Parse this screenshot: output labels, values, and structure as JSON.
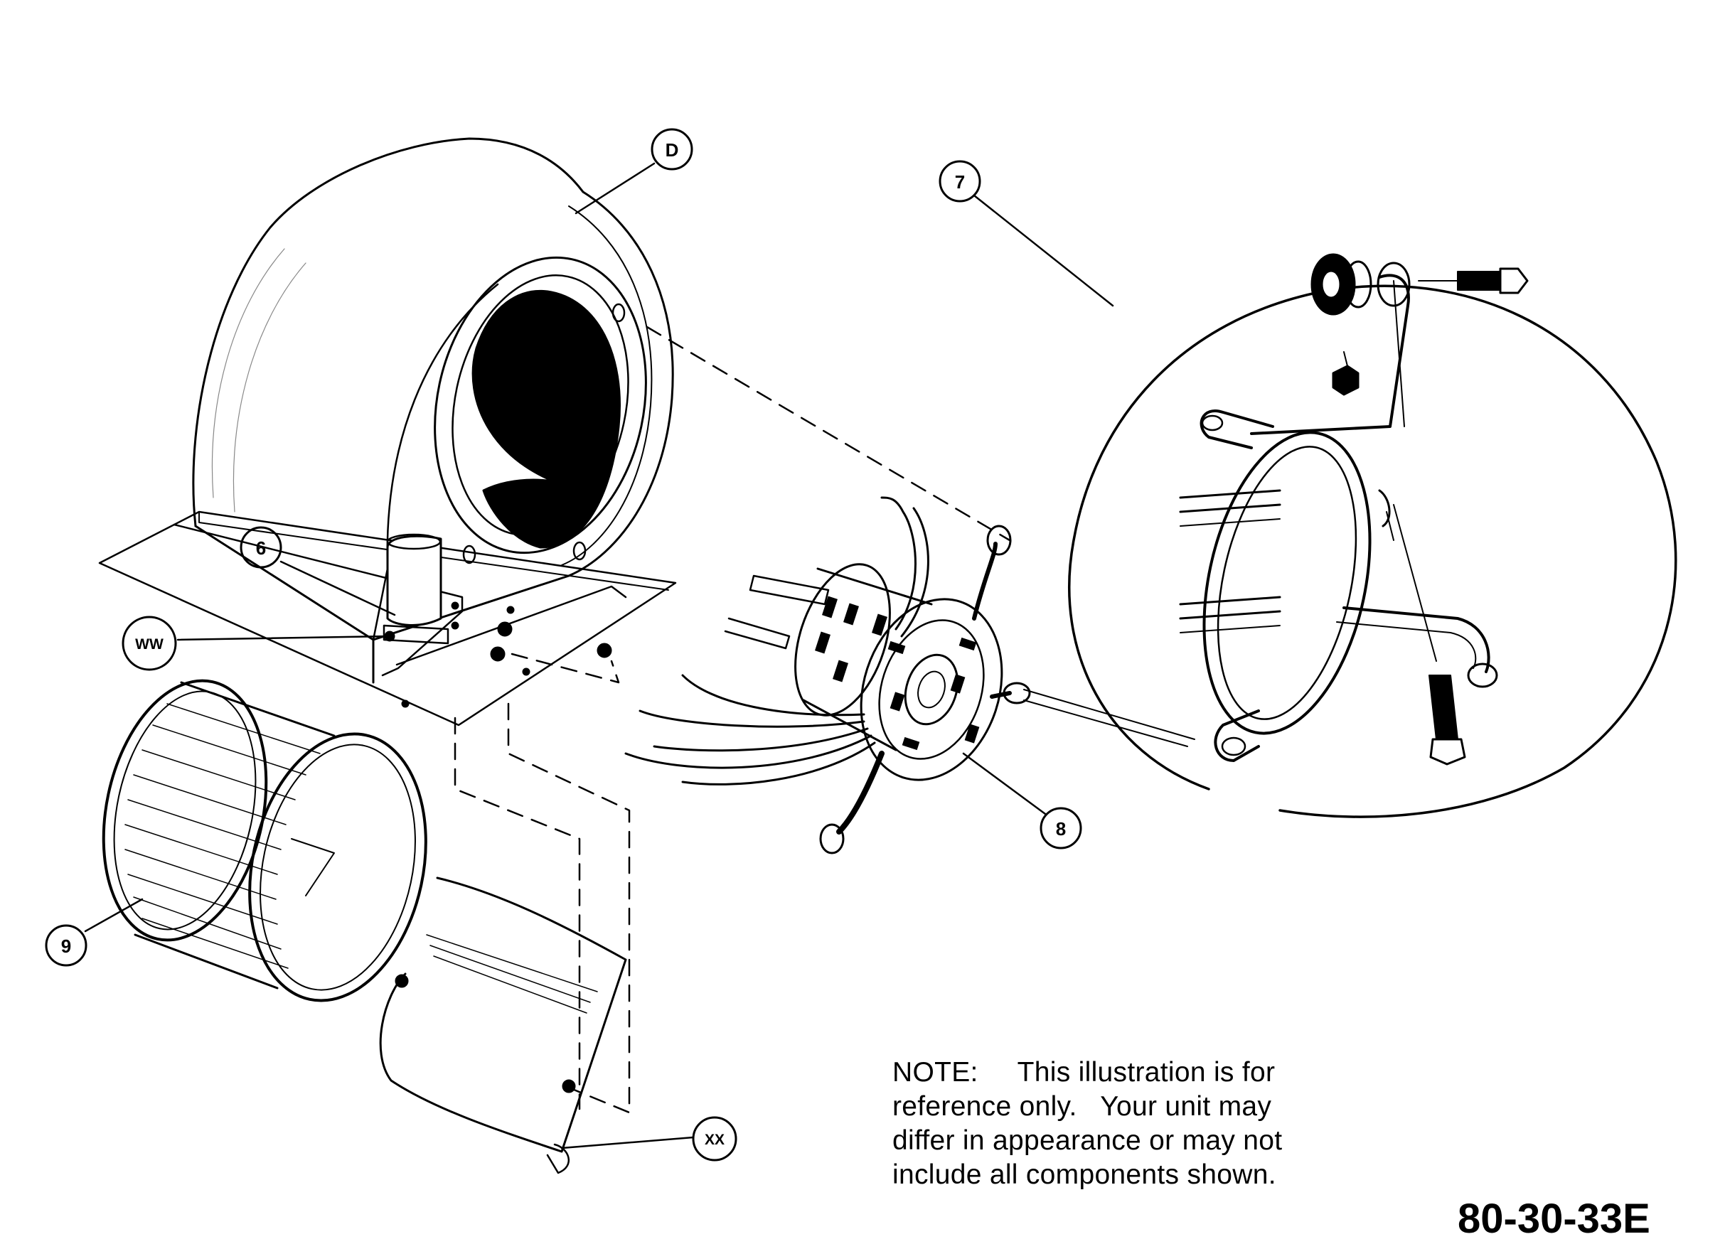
{
  "colors": {
    "ink": "#000000",
    "paper": "#ffffff",
    "shade": "#d9d9d9"
  },
  "callouts": [
    {
      "id": "D",
      "label": "D"
    },
    {
      "id": "7",
      "label": "7"
    },
    {
      "id": "6",
      "label": "6"
    },
    {
      "id": "WW",
      "label": "WW"
    },
    {
      "id": "8",
      "label": "8"
    },
    {
      "id": "9",
      "label": "9"
    },
    {
      "id": "XX",
      "label": "XX"
    }
  ],
  "parts": [
    {
      "name": "blower-housing",
      "callout": "D"
    },
    {
      "name": "motor-mount-detail",
      "callout": "7"
    },
    {
      "name": "capacitor",
      "callout": "6"
    },
    {
      "name": "capacitor-strap-screw",
      "callout": "WW"
    },
    {
      "name": "blower-motor",
      "callout": "8"
    },
    {
      "name": "blower-wheel",
      "callout": "9"
    },
    {
      "name": "cutoff-plate-screws",
      "callout": "XX"
    }
  ],
  "note": {
    "lines": [
      "NOTE:     This illustration is for",
      "reference only.   Your unit may",
      "differ in appearance or may not",
      "include all components shown."
    ]
  },
  "figure_code": "80-30-33E"
}
